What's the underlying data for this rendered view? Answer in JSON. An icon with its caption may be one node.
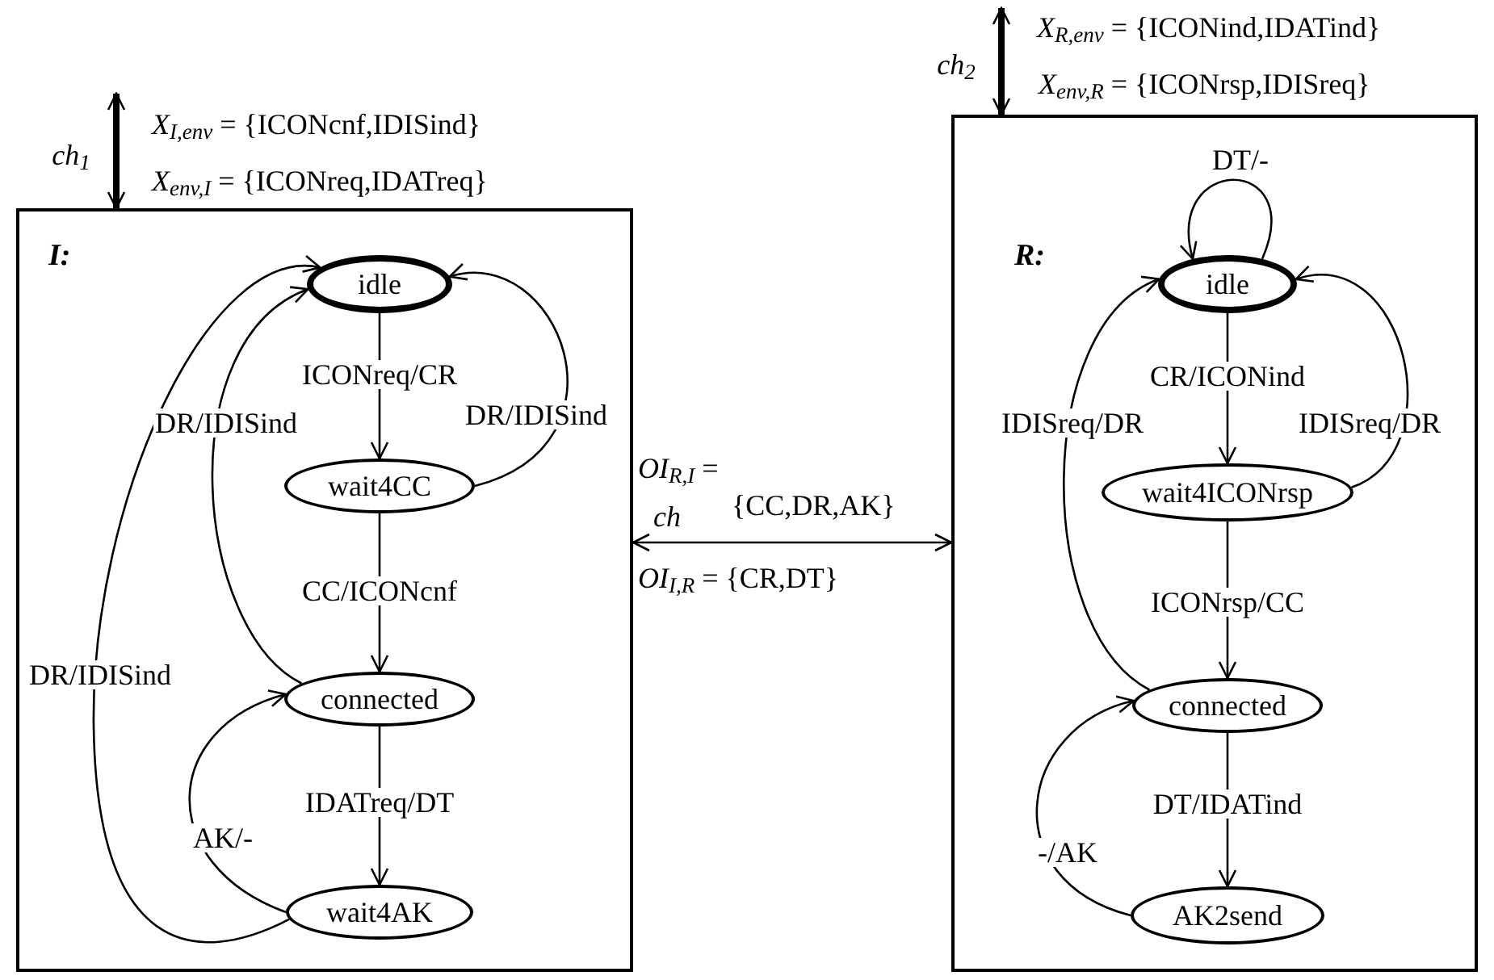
{
  "diagram": {
    "nodes": [
      {
        "text": [
          "I:"
        ]
      },
      {
        "text": [
          "idle"
        ],
        "in": 0
      },
      {
        "text": [
          "wait4CC"
        ],
        "in": 0
      },
      {
        "text": [
          "connected"
        ],
        "in": 0
      },
      {
        "text": [
          "wait4AK"
        ],
        "in": 0
      },
      {
        "text": [
          "R:"
        ]
      },
      {
        "text": [
          "idle"
        ],
        "in": 5
      },
      {
        "text": [
          "wait4ICONrsp"
        ],
        "in": 5
      },
      {
        "text": [
          "connected"
        ],
        "in": 5
      },
      {
        "text": [
          "AK2send"
        ],
        "in": 5
      }
    ],
    "edges": [
      {
        "from": 1,
        "to": 2,
        "arrow": "to",
        "label": "ICONreq/CR"
      },
      {
        "from": 2,
        "to": 1,
        "arrow": "to",
        "label": "DR/IDISind"
      },
      {
        "from": 2,
        "to": 3,
        "arrow": "to",
        "label": "CC/ICONcnf"
      },
      {
        "from": 3,
        "to": 1,
        "arrow": "to",
        "label": "DR/IDISind"
      },
      {
        "from": 3,
        "to": 4,
        "arrow": "to",
        "label": "IDATreq/DT"
      },
      {
        "from": 4,
        "to": 3,
        "arrow": "to",
        "label": "AK/-"
      },
      {
        "from": 4,
        "to": 1,
        "arrow": "to",
        "label": "DR/IDISind"
      },
      {
        "from": 6,
        "to": 6,
        "arrow": "to",
        "label": "DT/-"
      },
      {
        "from": 6,
        "to": 7,
        "arrow": "to",
        "label": "CR/ICONind"
      },
      {
        "from": 7,
        "to": 6,
        "arrow": "to",
        "label": "IDISreq/DR"
      },
      {
        "from": 7,
        "to": 8,
        "arrow": "to",
        "label": "ICONrsp/CC"
      },
      {
        "from": 8,
        "to": 6,
        "arrow": "to",
        "label": "IDISreq/DR"
      },
      {
        "from": 8,
        "to": 9,
        "arrow": "to",
        "label": "DT/IDATind"
      },
      {
        "from": 9,
        "to": 8,
        "arrow": "to",
        "label": "-/AK"
      },
      {
        "from": 0,
        "to": 5,
        "arrow": "both",
        "label": "ch"
      },
      {
        "from": null,
        "to": 0,
        "arrow": "both",
        "label": "ch$_{1}$",
        "style": "thick"
      },
      {
        "from": null,
        "to": 5,
        "arrow": "both",
        "label": "ch$_{2}$",
        "style": "thick"
      }
    ],
    "labels": [
      "*X*$_{R,env}$ = {ICONind,IDATind}",
      "*X*$_{env,R}$ = {ICONrsp,IDISreq}",
      "*X*$_{I,env}$ = {ICONcnf,IDISind}",
      "*X*$_{env,I}$ = {ICONreq,IDATreq}",
      "*OI*$_{R,I}$ =",
      "{CC,DR,AK}",
      "*OI*$_{I,R}$ = {CR,DT}"
    ]
  }
}
